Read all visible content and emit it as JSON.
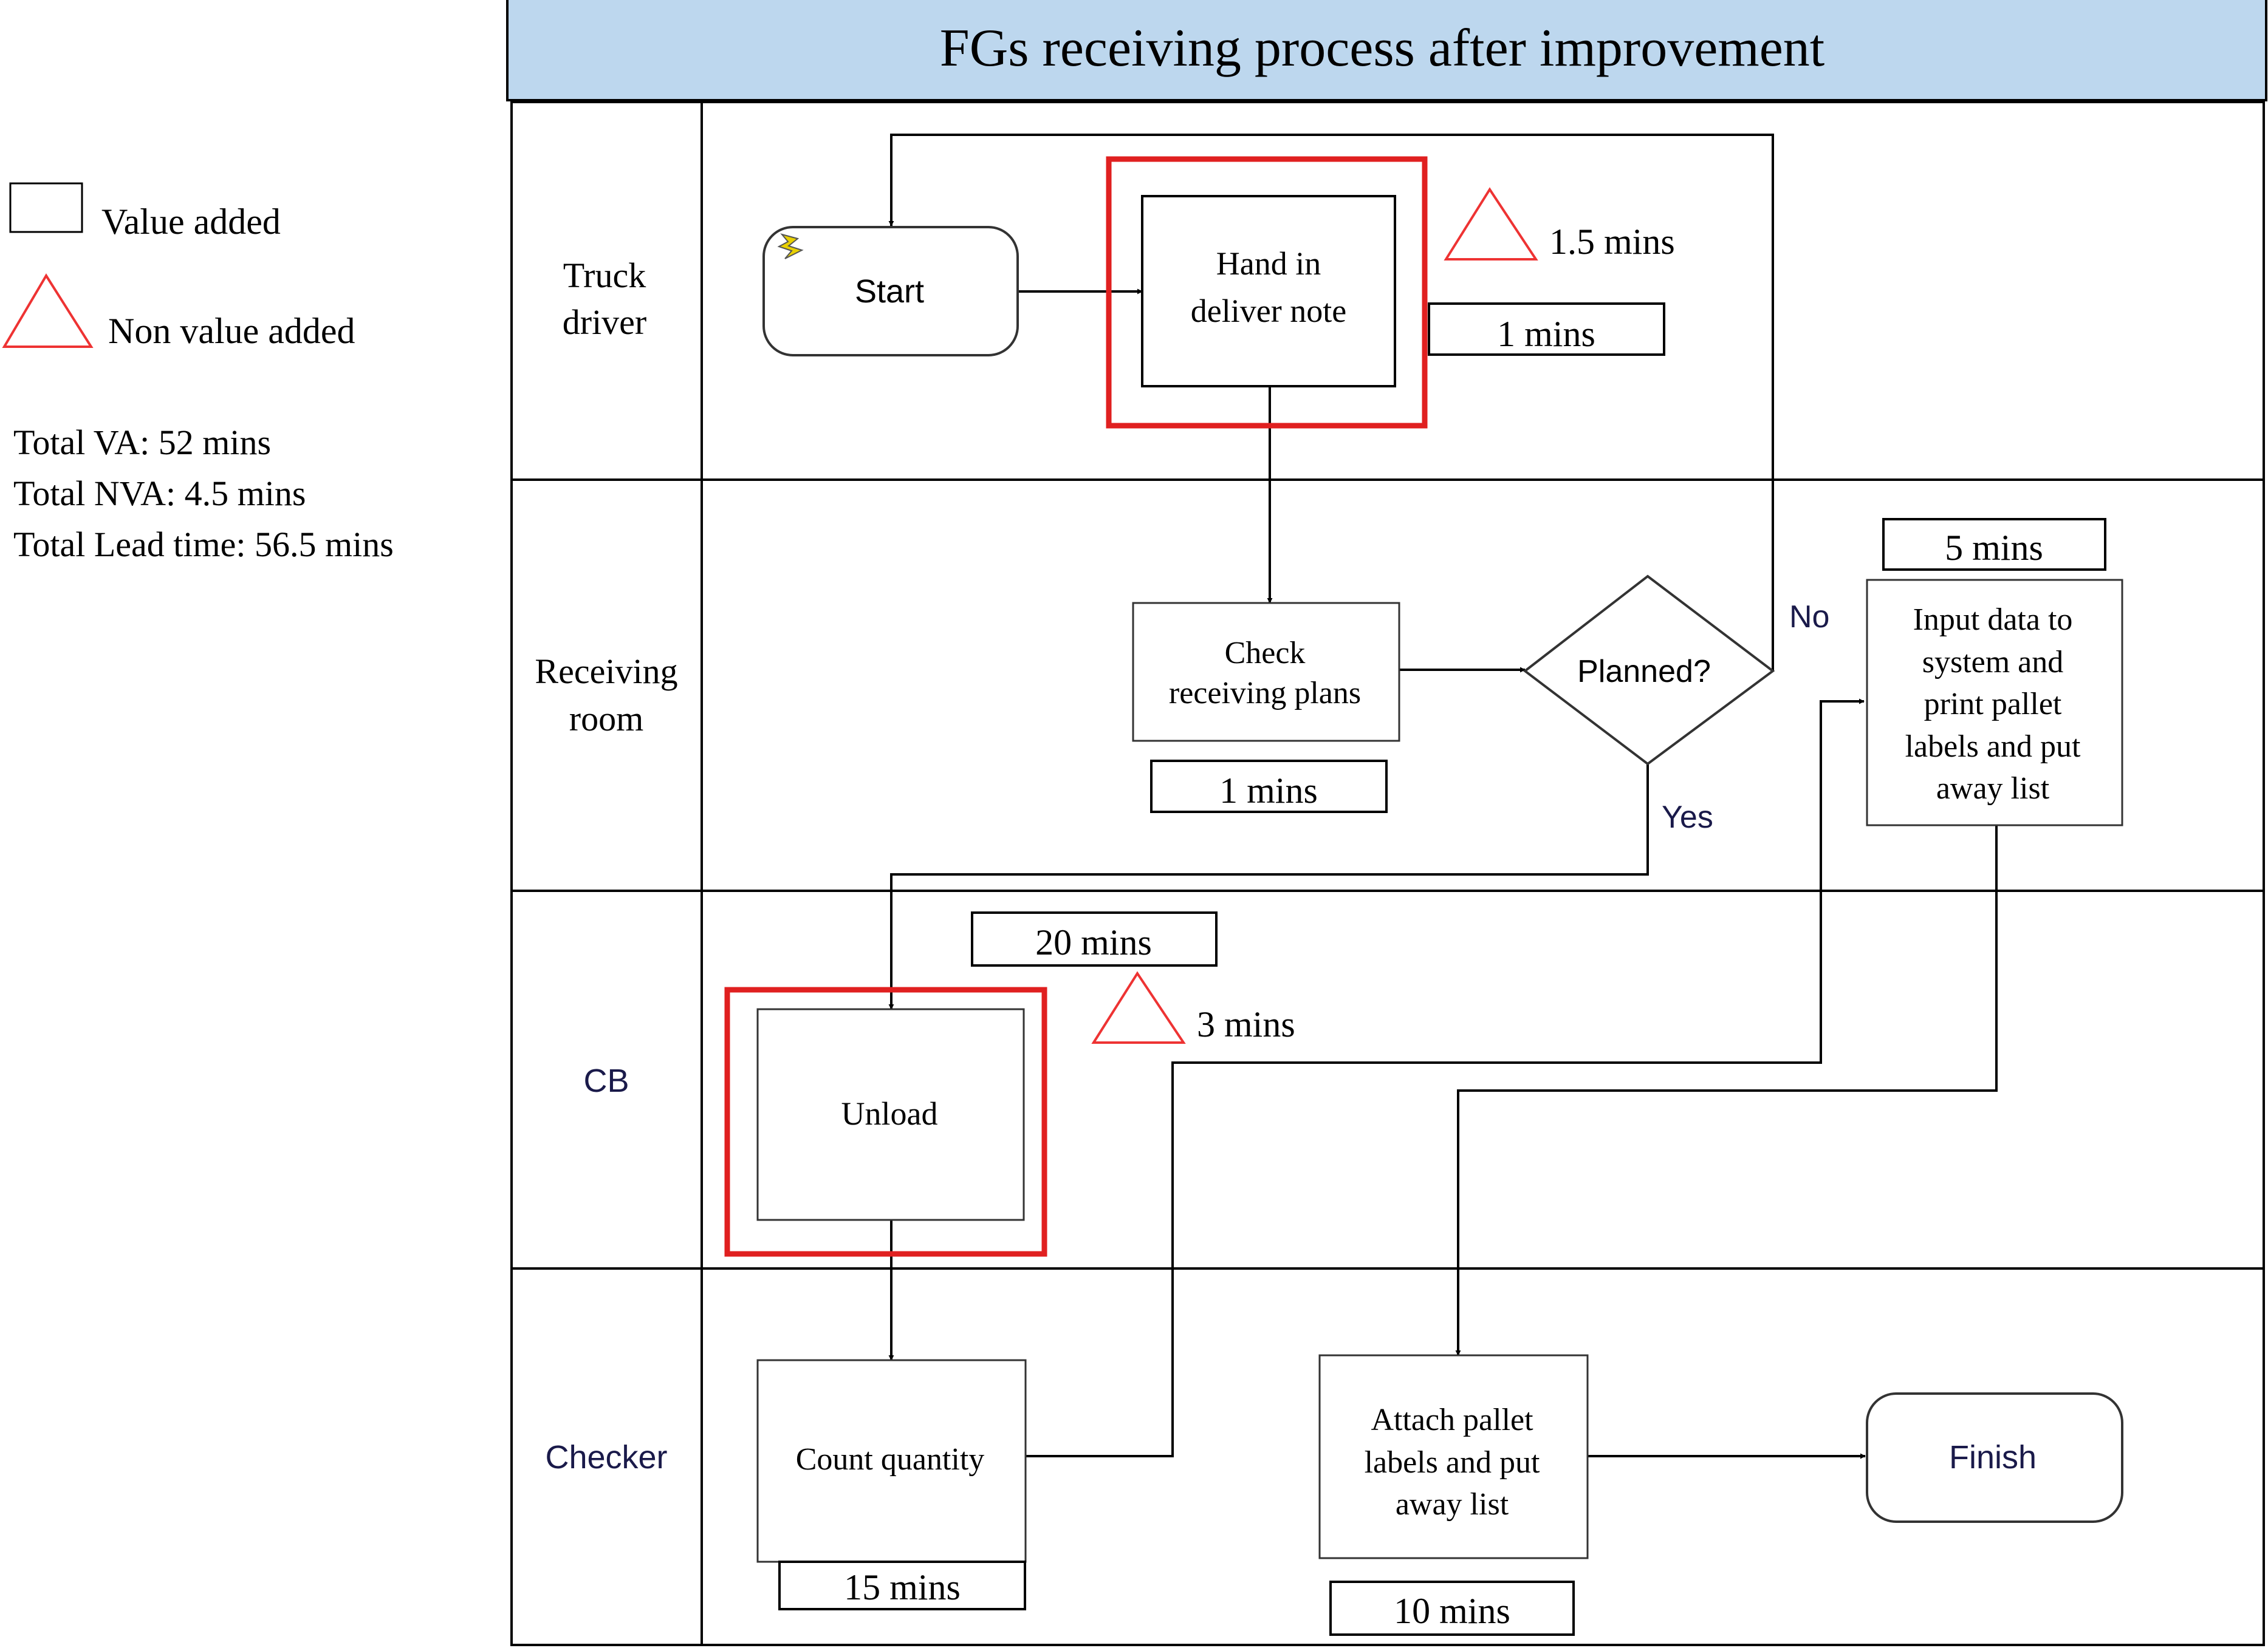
{
  "title": "FGs receiving process after improvement",
  "legend": {
    "value_added": "Value added",
    "non_value_added": "Non value added"
  },
  "totals": {
    "va": "Total VA: 52 mins",
    "nva": "Total NVA: 4.5 mins",
    "lead_time": "Total Lead time: 56.5 mins"
  },
  "lanes": {
    "truck_driver": [
      "Truck",
      "driver"
    ],
    "receiving_room": [
      "Receiving",
      "room"
    ],
    "cb": "CB",
    "checker": "Checker"
  },
  "steps": {
    "start": "Start",
    "hand_in": [
      "Hand in",
      "deliver note"
    ],
    "check_plans": [
      "Check",
      "receiving plans"
    ],
    "planned": "Planned?",
    "input_data": [
      "Input data to",
      "system and",
      "print pallet",
      "labels and put",
      "away list"
    ],
    "unload": "Unload",
    "count_quantity": "Count quantity",
    "attach_pallet": [
      "Attach pallet",
      "labels and put",
      "away list"
    ],
    "finish": "Finish"
  },
  "decision_labels": {
    "no": "No",
    "yes": "Yes"
  },
  "times": {
    "hand_in_nva": "1.5 mins",
    "hand_in_va": "1 mins",
    "check_plans_va": "1 mins",
    "input_data_va": "5 mins",
    "unload_va": "20 mins",
    "unload_nva": "3 mins",
    "count_va": "15 mins",
    "attach_va": "10 mins"
  },
  "colors": {
    "title_bg": "#bdd7ee",
    "highlight_red": "#e02020",
    "nva_triangle": "#ee3333",
    "line": "#000000",
    "start_icon": "#e8d000"
  }
}
